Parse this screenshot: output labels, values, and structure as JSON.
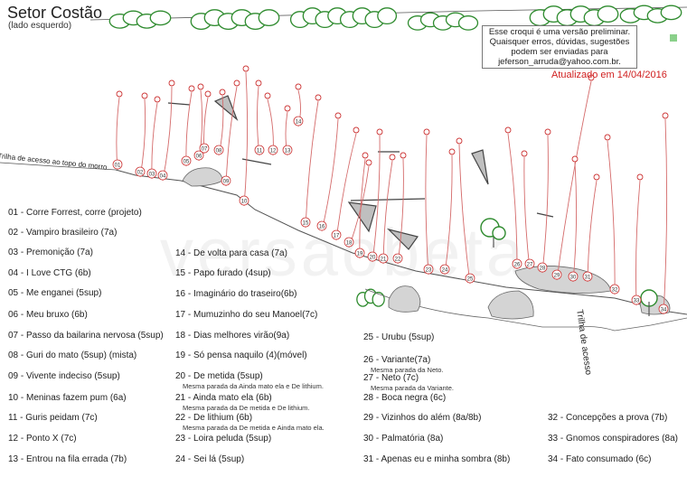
{
  "header": {
    "title": "Setor Costão",
    "subtitle": "(lado esquerdo)"
  },
  "note": {
    "lines": [
      "Esse croqui é uma versão preliminar.",
      "Quaisquer erros, dúvidas, sugestões",
      "podem ser enviadas para",
      "jeferson_arruda@yahoo.com.br."
    ],
    "updated": "Atualizado em 14/04/2016"
  },
  "trails": {
    "top": "Trilha de acesso ao topo do morro",
    "access": "Trilha de acesso"
  },
  "watermark": "versaobeta",
  "diagram": {
    "numbers": [
      "01",
      "02",
      "03",
      "04",
      "05",
      "06",
      "07",
      "08",
      "09",
      "10",
      "11",
      "12",
      "13",
      "14",
      "15",
      "16",
      "17",
      "18",
      "19",
      "20",
      "21",
      "22",
      "23",
      "24",
      "25",
      "26",
      "27",
      "28",
      "29",
      "30",
      "31",
      "32",
      "33",
      "34"
    ]
  },
  "routes": [
    {
      "text": "01 - Corre Forrest, corre (projeto)"
    },
    {
      "text": "02 - Vampiro brasileiro (7a)"
    },
    {
      "text": "03 - Premonição (7a)"
    },
    {
      "text": "04 - I Love CTG (6b)"
    },
    {
      "text": "05 - Me enganei (5sup)"
    },
    {
      "text": "06 - Meu bruxo (6b)"
    },
    {
      "text": "07 - Passo da bailarina nervosa (5sup)"
    },
    {
      "text": "08 - Guri do mato (5sup) (mista)"
    },
    {
      "text": "09 - Vivente indeciso (5sup)"
    },
    {
      "text": "10 - Meninas fazem pum (6a)"
    },
    {
      "text": "11 - Guris peidam (7c)"
    },
    {
      "text": "12 - Ponto X (7c)"
    },
    {
      "text": "13 - Entrou na fila errada (7b)"
    },
    {
      "text": "14 - De volta para casa (7a)"
    },
    {
      "text": "15 - Papo furado (4sup)"
    },
    {
      "text": "16 - Imaginário do traseiro(6b)"
    },
    {
      "text": "17 - Mumuzinho do seu Manoel(7c)"
    },
    {
      "text": "18 - Dias melhores virão(9a)"
    },
    {
      "text": "19 - Só pensa naquilo (4)(móvel)"
    },
    {
      "text": "20 - De metida (5sup)",
      "note": "Mesma parada da Ainda mato ela e De lithium."
    },
    {
      "text": "21 - Ainda mato ela (6b)",
      "note": "Mesma parada da De metida e De lithium."
    },
    {
      "text": "22 - De lithium (6b)",
      "note": "Mesma parada da De metida e Ainda mato ela."
    },
    {
      "text": "23 - Loira peluda (5sup)"
    },
    {
      "text": "24 - Sei lá (5sup)"
    },
    {
      "text": "25 - Urubu (5sup)"
    },
    {
      "text": "26 - Variante(7a)",
      "note": "Mesma parada da Neto."
    },
    {
      "text": "27 - Neto (7c)",
      "note": "Mesma parada da Variante."
    },
    {
      "text": "28 - Boca negra (6c)"
    },
    {
      "text": "29 - Vizinhos do além (8a/8b)"
    },
    {
      "text": "30 - Palmatória (8a)"
    },
    {
      "text": "31 - Apenas eu e minha sombra (8b)"
    },
    {
      "text": "32 - Concepções a prova (7b)"
    },
    {
      "text": "33 - Gnomos conspiradores (8a)"
    },
    {
      "text": "34 - Fato consumado (6c)"
    }
  ]
}
